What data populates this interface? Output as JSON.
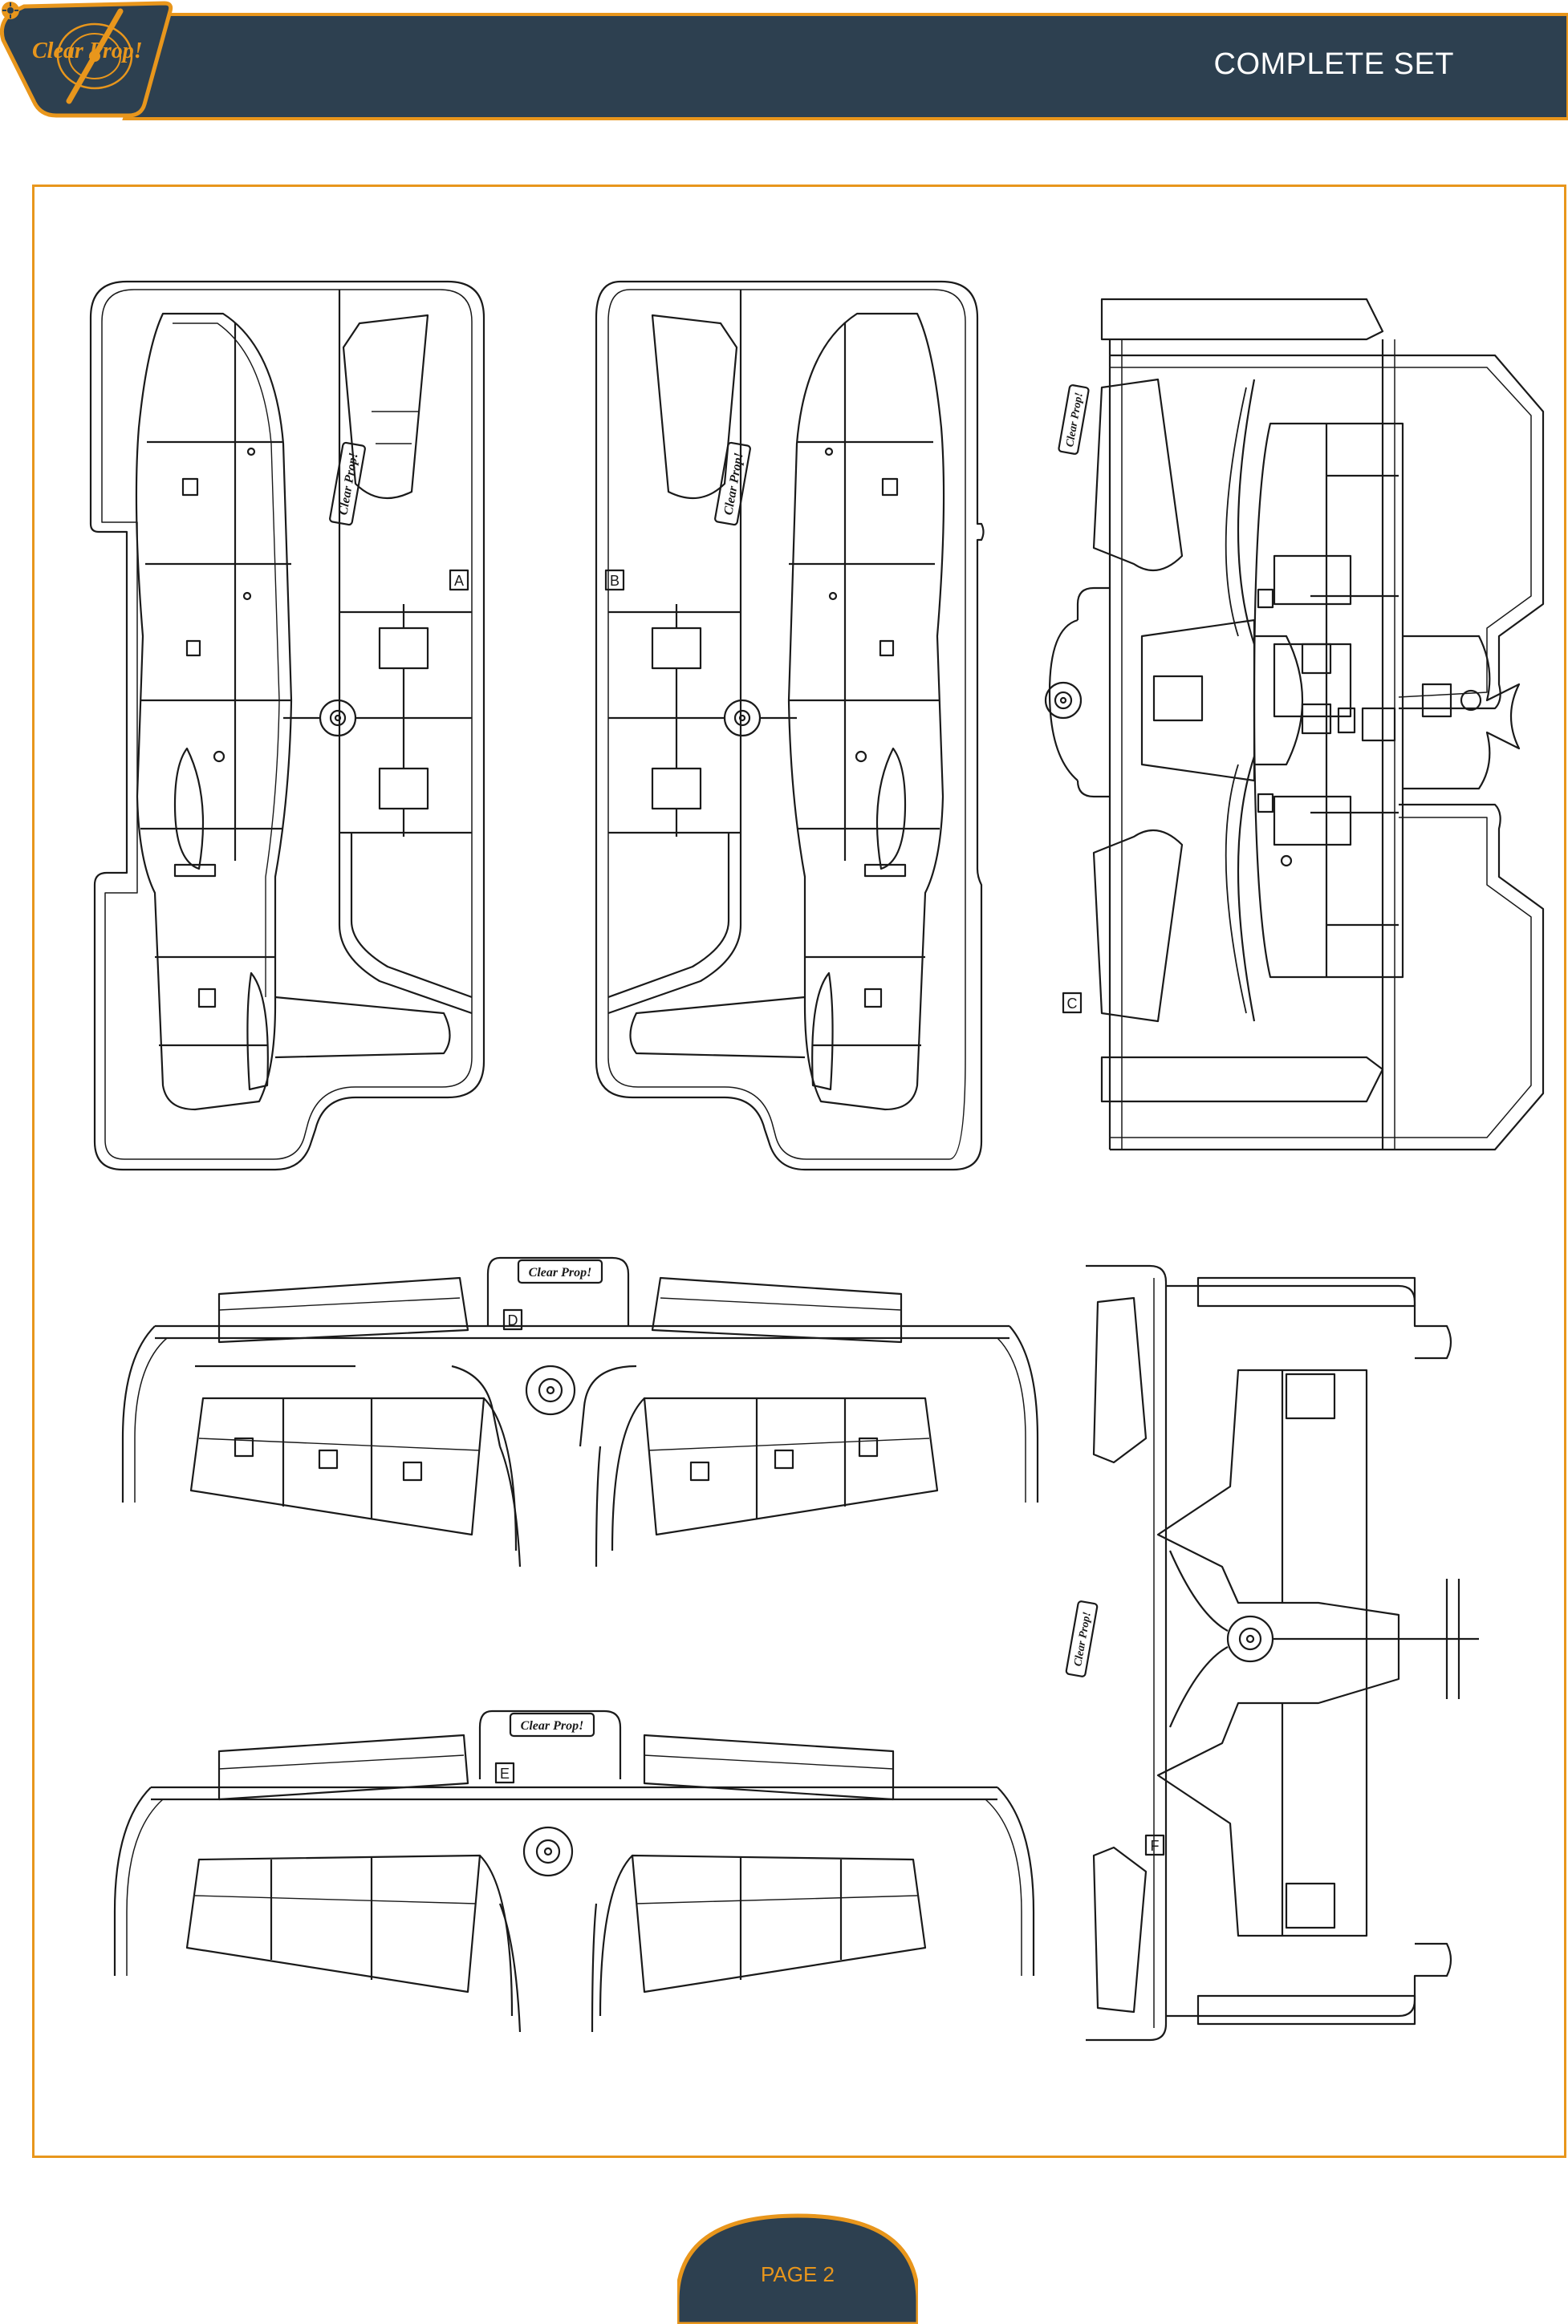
{
  "header": {
    "brand": "Clear Prop!",
    "title": "COMPLETE SET"
  },
  "sprues": [
    {
      "label": "A"
    },
    {
      "label": "B"
    },
    {
      "label": "C"
    },
    {
      "label": "D"
    },
    {
      "label": "E"
    },
    {
      "label": "F"
    }
  ],
  "sprue_logo": "Clear Prop!",
  "footer": {
    "page_label": "PAGE 2"
  },
  "colors": {
    "header_bg": "#2d4050",
    "accent": "#e8961c",
    "line": "#1a1a1a"
  }
}
